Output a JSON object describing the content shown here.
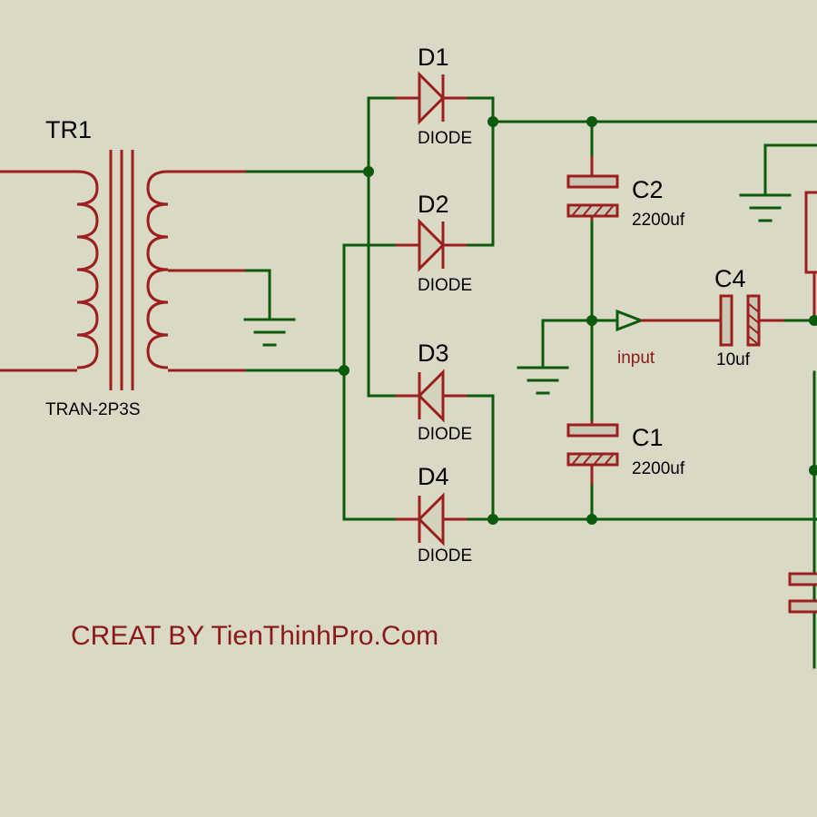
{
  "transformer": {
    "ref": "TR1",
    "value": "TRAN-2P3S"
  },
  "diodes": [
    {
      "ref": "D1",
      "value": "DIODE"
    },
    {
      "ref": "D2",
      "value": "DIODE"
    },
    {
      "ref": "D3",
      "value": "DIODE"
    },
    {
      "ref": "D4",
      "value": "DIODE"
    }
  ],
  "capacitors": [
    {
      "ref": "C2",
      "value": "2200uf"
    },
    {
      "ref": "C1",
      "value": "2200uf"
    },
    {
      "ref": "C4",
      "value": "10uf"
    }
  ],
  "input_label": "input",
  "credit": "CREAT BY TienThinhPro.Com",
  "colors": {
    "background": "#d9d9c6",
    "wire": "#0c5a0c",
    "component": "#9c1f1f",
    "label": "#8b1a1a"
  }
}
